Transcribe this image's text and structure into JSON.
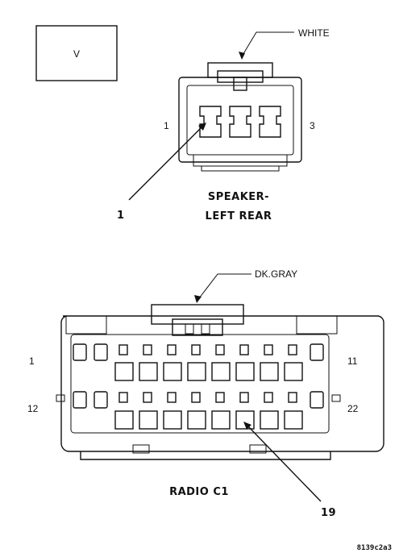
{
  "view_box": {
    "label": "V"
  },
  "speaker_connector": {
    "color_label": "WHITE",
    "pin_left": "1",
    "pin_right": "3",
    "callout": "1",
    "name_line1": "SPEAKER-",
    "name_line2": "LEFT REAR"
  },
  "radio_connector": {
    "color_label": "DK.GRAY",
    "pin_top_left": "1",
    "pin_top_right": "11",
    "pin_bottom_left": "12",
    "pin_bottom_right": "22",
    "callout": "19",
    "name": "RADIO C1"
  },
  "figure_id": "8139c2a3"
}
